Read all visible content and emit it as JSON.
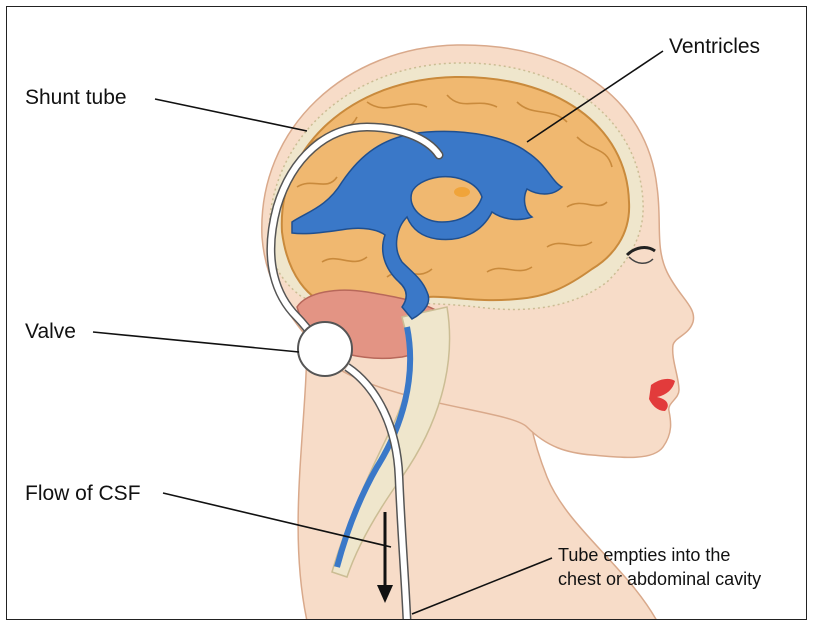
{
  "labels": {
    "ventricles": "Ventricles",
    "shunt_tube": "Shunt tube",
    "valve": "Valve",
    "flow_of_csf": "Flow of CSF",
    "tube_empties_line1": "Tube empties into the",
    "tube_empties_line2": "chest or abdominal cavity"
  },
  "colors": {
    "skin": "#f7dcc8",
    "skin_outline": "#d9a98b",
    "brain": "#f0b870",
    "brain_outline": "#c98a3c",
    "ventricles": "#3a78c8",
    "skull": "#efe6cc",
    "muscle": "#e39484",
    "lips": "#e23b3b",
    "tube": "#ffffff"
  },
  "icons": {
    "valve": "circle-valve-icon",
    "flow_arrow": "arrow-down-icon"
  }
}
